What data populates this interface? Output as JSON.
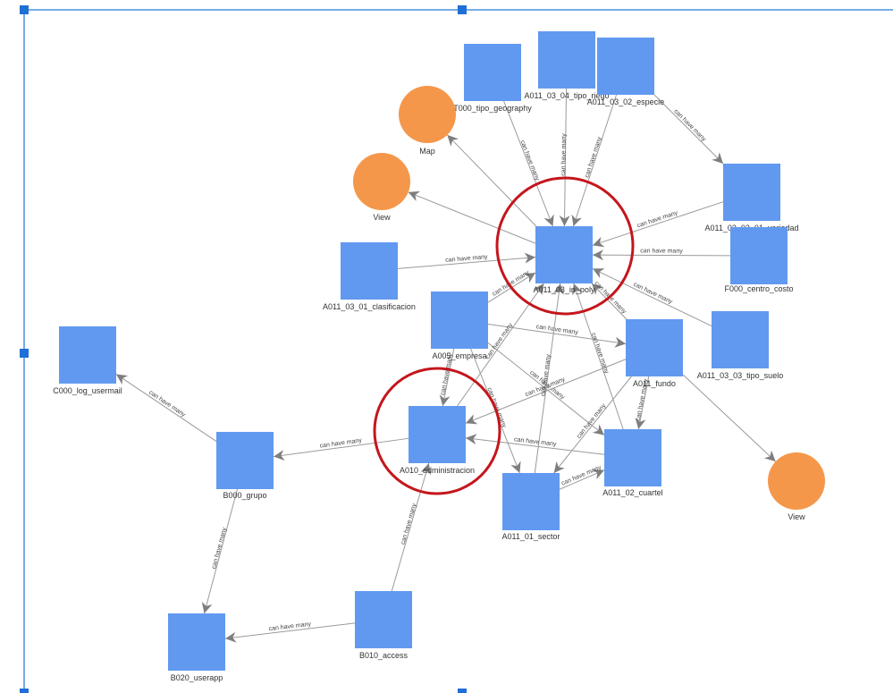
{
  "colors": {
    "entity": "#6199f0",
    "view": "#f5974a",
    "edge": "#9a9a9a",
    "arrow": "#7e7e7e",
    "highlight": "#c4161c",
    "selection": "#4a90e2"
  },
  "edge_label": "can have many",
  "nodes": [
    {
      "id": "T000",
      "label": "T000_tipo_geography",
      "kind": "entity"
    },
    {
      "id": "A011_03_04",
      "label": "A011_03_04_tipo_riego",
      "kind": "entity"
    },
    {
      "id": "A011_03_02",
      "label": "A011_03_02_especie",
      "kind": "entity"
    },
    {
      "id": "MAP",
      "label": "Map",
      "kind": "view"
    },
    {
      "id": "VIEW1",
      "label": "View",
      "kind": "view"
    },
    {
      "id": "A011_03_02_01",
      "label": "A011_03_02_01_variedad",
      "kind": "entity"
    },
    {
      "id": "F000",
      "label": "F000_centro_costo",
      "kind": "entity"
    },
    {
      "id": "A011_03_01",
      "label": "A011_03_01_clasificacion",
      "kind": "entity"
    },
    {
      "id": "POLY",
      "label": "A011_03_in_poly",
      "kind": "entity"
    },
    {
      "id": "A005",
      "label": "A005_empresa",
      "kind": "entity"
    },
    {
      "id": "FUNDO",
      "label": "A011_fundo",
      "kind": "entity"
    },
    {
      "id": "A011_03_03",
      "label": "A011_03_03_tipo_suelo",
      "kind": "entity"
    },
    {
      "id": "C000",
      "label": "C000_log_usermail",
      "kind": "entity"
    },
    {
      "id": "A010",
      "label": "A010_administracion",
      "kind": "entity"
    },
    {
      "id": "B000",
      "label": "B000_grupo",
      "kind": "entity"
    },
    {
      "id": "CUARTEL",
      "label": "A011_02_cuartel",
      "kind": "entity"
    },
    {
      "id": "VIEW2",
      "label": "View",
      "kind": "view"
    },
    {
      "id": "SECTOR",
      "label": "A011_01_sector",
      "kind": "entity"
    },
    {
      "id": "B010",
      "label": "B010_access",
      "kind": "entity"
    },
    {
      "id": "B020",
      "label": "B020_userapp",
      "kind": "entity"
    }
  ],
  "edges": [
    {
      "from": "T000",
      "to": "POLY",
      "labeled": true
    },
    {
      "from": "A011_03_04",
      "to": "POLY",
      "labeled": true
    },
    {
      "from": "A011_03_02",
      "to": "POLY",
      "labeled": true
    },
    {
      "from": "A011_03_02",
      "to": "A011_03_02_01",
      "labeled": true
    },
    {
      "from": "A011_03_02_01",
      "to": "POLY",
      "labeled": true
    },
    {
      "from": "F000",
      "to": "POLY",
      "labeled": true
    },
    {
      "from": "A011_03_01",
      "to": "POLY",
      "labeled": true
    },
    {
      "from": "A011_03_03",
      "to": "POLY",
      "labeled": true
    },
    {
      "from": "POLY",
      "to": "MAP",
      "labeled": false
    },
    {
      "from": "POLY",
      "to": "VIEW1",
      "labeled": false
    },
    {
      "from": "A005",
      "to": "POLY",
      "labeled": true
    },
    {
      "from": "A005",
      "to": "A010",
      "labeled": true
    },
    {
      "from": "A005",
      "to": "FUNDO",
      "labeled": true
    },
    {
      "from": "A005",
      "to": "SECTOR",
      "labeled": true
    },
    {
      "from": "A005",
      "to": "CUARTEL",
      "labeled": true
    },
    {
      "from": "A010",
      "to": "POLY",
      "labeled": true
    },
    {
      "from": "FUNDO",
      "to": "POLY",
      "labeled": true
    },
    {
      "from": "FUNDO",
      "to": "A010",
      "labeled": true
    },
    {
      "from": "FUNDO",
      "to": "SECTOR",
      "labeled": true
    },
    {
      "from": "FUNDO",
      "to": "CUARTEL",
      "labeled": true
    },
    {
      "from": "FUNDO",
      "to": "VIEW2",
      "labeled": false
    },
    {
      "from": "SECTOR",
      "to": "POLY",
      "labeled": true
    },
    {
      "from": "SECTOR",
      "to": "CUARTEL",
      "labeled": true
    },
    {
      "from": "CUARTEL",
      "to": "POLY",
      "labeled": true
    },
    {
      "from": "CUARTEL",
      "to": "A010",
      "labeled": true
    },
    {
      "from": "A010",
      "to": "B000",
      "labeled": true
    },
    {
      "from": "B000",
      "to": "C000",
      "labeled": true
    },
    {
      "from": "B000",
      "to": "B020",
      "labeled": true
    },
    {
      "from": "B010",
      "to": "B020",
      "labeled": true
    },
    {
      "from": "B010",
      "to": "A010",
      "labeled": true
    }
  ],
  "highlighted": [
    "POLY",
    "A010"
  ]
}
